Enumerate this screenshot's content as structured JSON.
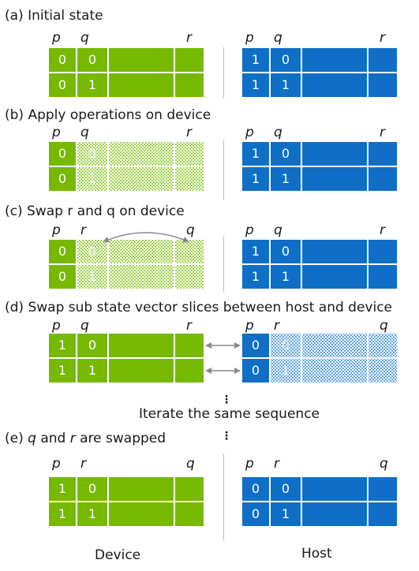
{
  "colors": {
    "device": "#76b900",
    "host": "#0f6fc6",
    "device_hatched": "#9fd34a",
    "host_hatched": "#5ea2e2",
    "divider": "#bdbdbd",
    "arrow": "#8a8a8a"
  },
  "sections": [
    {
      "id": "a",
      "title": "(a) Initial state",
      "device": {
        "labels": [
          "p",
          "q",
          "r"
        ],
        "hatched": false,
        "rows": [
          [
            "0",
            "0"
          ],
          [
            "0",
            "1"
          ]
        ]
      },
      "host": {
        "labels": [
          "p",
          "q",
          "r"
        ],
        "hatched": false,
        "rows": [
          [
            "1",
            "0"
          ],
          [
            "1",
            "1"
          ]
        ]
      }
    },
    {
      "id": "b",
      "title": "(b) Apply operations on device",
      "device": {
        "labels": [
          "p",
          "q",
          "r"
        ],
        "hatched": true,
        "rows": [
          [
            "0",
            "0"
          ],
          [
            "0",
            "1"
          ]
        ]
      },
      "host": {
        "labels": [
          "p",
          "q",
          "r"
        ],
        "hatched": false,
        "rows": [
          [
            "1",
            "0"
          ],
          [
            "1",
            "1"
          ]
        ]
      }
    },
    {
      "id": "c",
      "title": "(c) Swap r and q on device",
      "device": {
        "labels": [
          "p",
          "r",
          "q"
        ],
        "hatched": true,
        "rows": [
          [
            "0",
            "0"
          ],
          [
            "0",
            "1"
          ]
        ]
      },
      "host": {
        "labels": [
          "p",
          "q",
          "r"
        ],
        "hatched": false,
        "rows": [
          [
            "1",
            "0"
          ],
          [
            "1",
            "1"
          ]
        ]
      }
    },
    {
      "id": "d",
      "title": "(d) Swap sub state vector slices between host and device",
      "device": {
        "labels": [
          "p",
          "q",
          "r"
        ],
        "hatched": false,
        "rows": [
          [
            "1",
            "0"
          ],
          [
            "1",
            "1"
          ]
        ]
      },
      "host": {
        "labels": [
          "p",
          "r",
          "q"
        ],
        "hatched": true,
        "rows": [
          [
            "0",
            "0"
          ],
          [
            "0",
            "1"
          ]
        ]
      }
    },
    {
      "id": "e",
      "title": "(e) q and r are swapped",
      "device": {
        "labels": [
          "p",
          "r",
          "q"
        ],
        "hatched": false,
        "rows": [
          [
            "1",
            "0"
          ],
          [
            "1",
            "1"
          ]
        ]
      },
      "host": {
        "labels": [
          "p",
          "r",
          "q"
        ],
        "hatched": false,
        "rows": [
          [
            "0",
            "0"
          ],
          [
            "0",
            "1"
          ]
        ]
      }
    }
  ],
  "iterate_text": "Iterate the same sequence",
  "vdots": "⋮",
  "footer": {
    "device": "Device",
    "host": "Host"
  }
}
